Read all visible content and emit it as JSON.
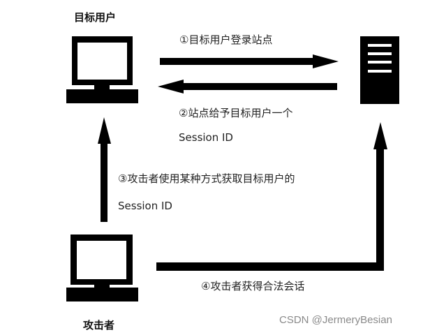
{
  "nodes": {
    "target_user": {
      "label": "目标用户",
      "icon": "computer-icon"
    },
    "server": {
      "label": "",
      "icon": "server-icon"
    },
    "attacker": {
      "label": "攻击者",
      "icon": "computer-icon"
    }
  },
  "steps": [
    {
      "id": 1,
      "text": "①目标用户登录站点",
      "direction": "target_user -> server"
    },
    {
      "id": 2,
      "line1": "②站点给予目标用户一个",
      "line2": "Session ID",
      "direction": "server -> target_user"
    },
    {
      "id": 3,
      "line1": "③攻击者使用某种方式获取目标用户的",
      "line2": "Session ID",
      "direction": "attacker -> target_user"
    },
    {
      "id": 4,
      "text": "④攻击者获得合法会话",
      "direction": "attacker -> server"
    }
  ],
  "watermark": "CSDN @JermeryBesian",
  "colors": {
    "ink": "#000000",
    "background": "#ffffff",
    "watermark": "#8a8a8a"
  }
}
